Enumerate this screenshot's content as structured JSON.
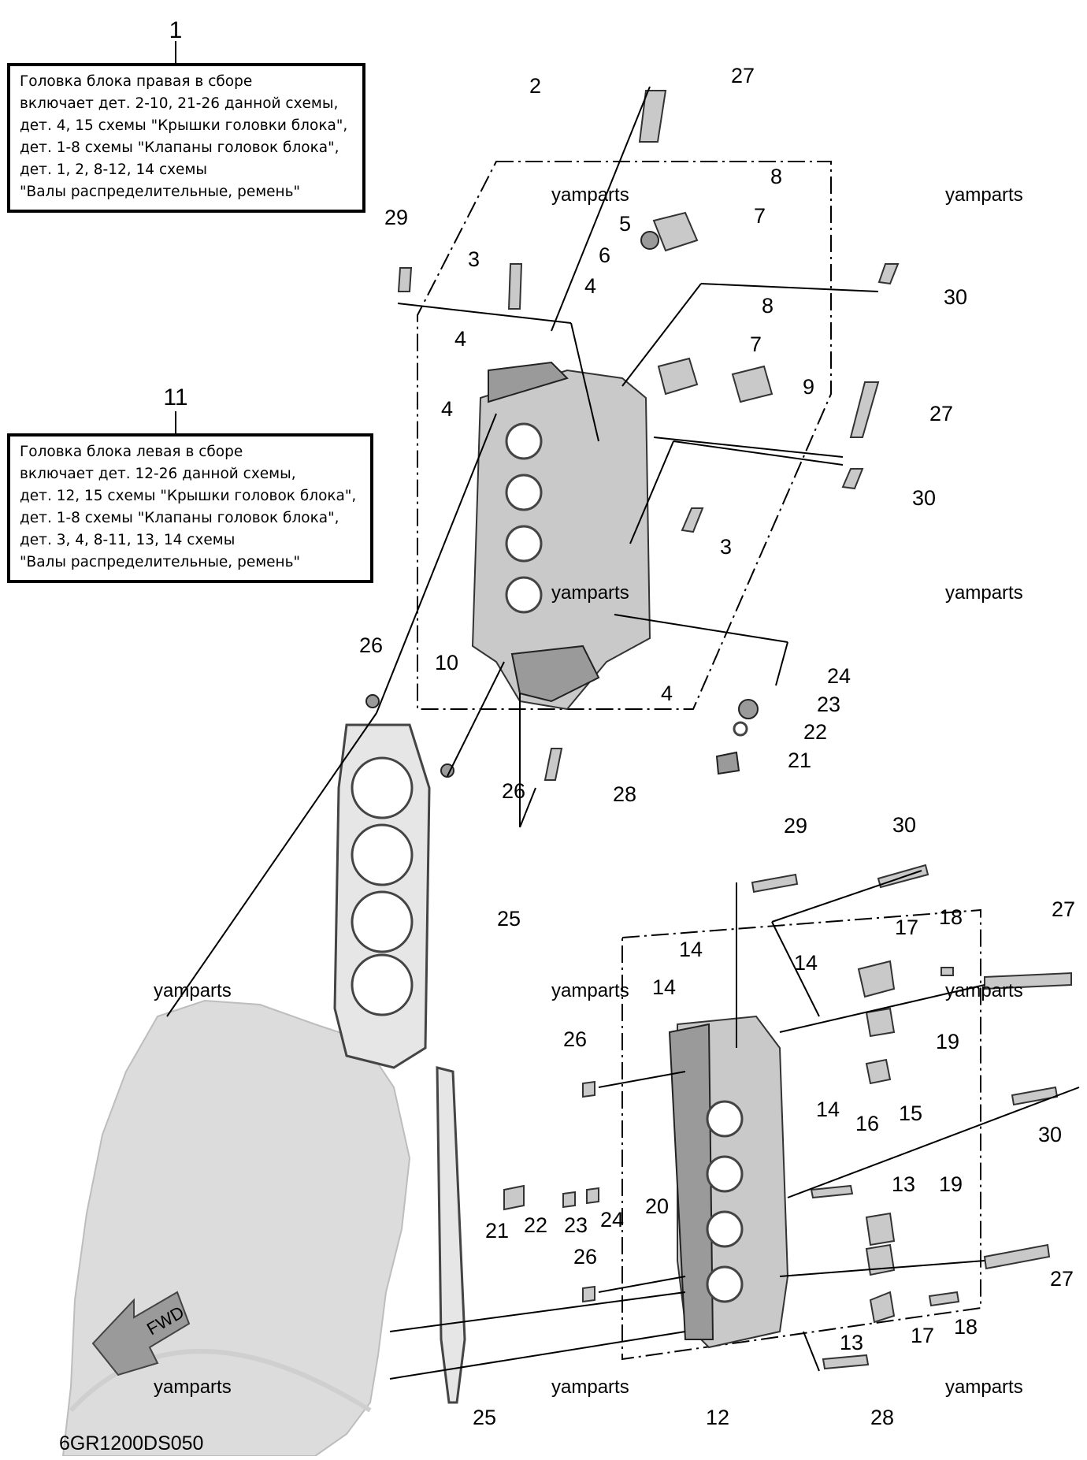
{
  "notes": [
    {
      "number": "1",
      "lines": [
        "Головка блока правая в сборе",
        "включает дет. 2-10, 21-26 данной схемы,",
        "дет. 4, 15 схемы \"Крышки головки блока\",",
        "дет. 1-8 схемы \"Клапаны головок блока\",",
        "дет. 1, 2, 8-12, 14 схемы",
        "\"Валы распределительные, ремень\""
      ]
    },
    {
      "number": "11",
      "lines": [
        "Головка блока левая в сборе",
        "включает дет. 12-26 данной схемы,",
        "дет. 12, 15 схемы \"Крышки головок блока\",",
        "дет. 1-8 схемы \"Клапаны головок блока\",",
        "дет. 3, 4, 8-11, 13, 14 схемы",
        "\"Валы распределительные, ремень\""
      ]
    }
  ],
  "callouts": {
    "upper": [
      "27",
      "2",
      "8",
      "7",
      "5",
      "6",
      "29",
      "3",
      "4",
      "4",
      "4",
      "30",
      "8",
      "7",
      "9",
      "27",
      "30",
      "3",
      "10",
      "4",
      "24",
      "23",
      "22",
      "21",
      "26",
      "26",
      "28",
      "25"
    ],
    "lower": [
      "29",
      "30",
      "27",
      "17",
      "18",
      "14",
      "14",
      "14",
      "19",
      "26",
      "14",
      "16",
      "15",
      "30",
      "13",
      "19",
      "21",
      "22",
      "23",
      "24",
      "20",
      "26",
      "27",
      "13",
      "17",
      "18",
      "25",
      "12",
      "28"
    ]
  },
  "watermark": "yamparts",
  "fwd_label": "FWD",
  "diagram_code": "6GR1200DS050"
}
